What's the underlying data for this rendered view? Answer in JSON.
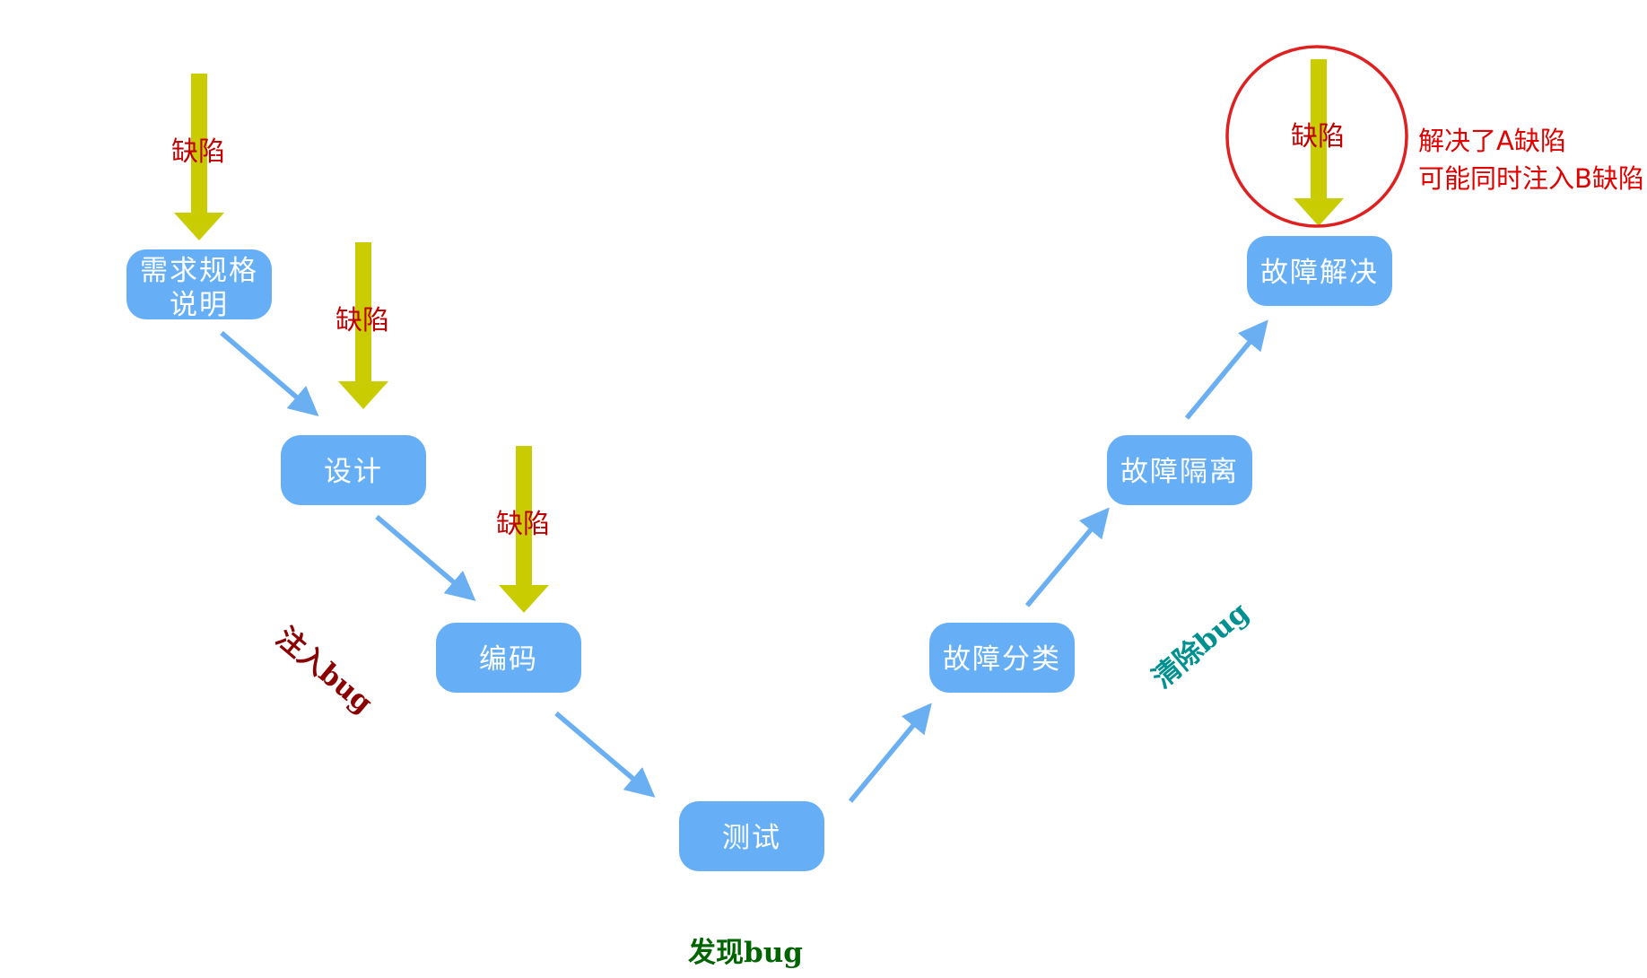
{
  "nodes": {
    "requirements": {
      "line1": "需求规格",
      "line2": "说明"
    },
    "design": {
      "label": "设计"
    },
    "coding": {
      "label": "编码"
    },
    "testing": {
      "label": "测试"
    },
    "fault_classify": {
      "label": "故障分类"
    },
    "fault_isolate": {
      "label": "故障隔离"
    },
    "fault_resolve": {
      "label": "故障解决"
    }
  },
  "defects": {
    "requirements": "缺陷",
    "design": "缺陷",
    "coding": "缺陷",
    "resolve": "缺陷"
  },
  "phases": {
    "inject": {
      "text": "注入bug",
      "color": "#8b0000"
    },
    "find": {
      "text": "发现bug",
      "color": "#006400"
    },
    "clear": {
      "text": "清除bug",
      "color": "#009090"
    }
  },
  "note": {
    "line1": "解决了A缺陷",
    "line2": "可能同时注入B缺陷"
  },
  "colors": {
    "node_fill": "#66aff7",
    "flow_arrow": "#6aaff2",
    "defect_arrow": "#c8cc00",
    "highlight_circle": "#e02020",
    "defect_text": "#c00000",
    "note_text": "#e00000"
  }
}
